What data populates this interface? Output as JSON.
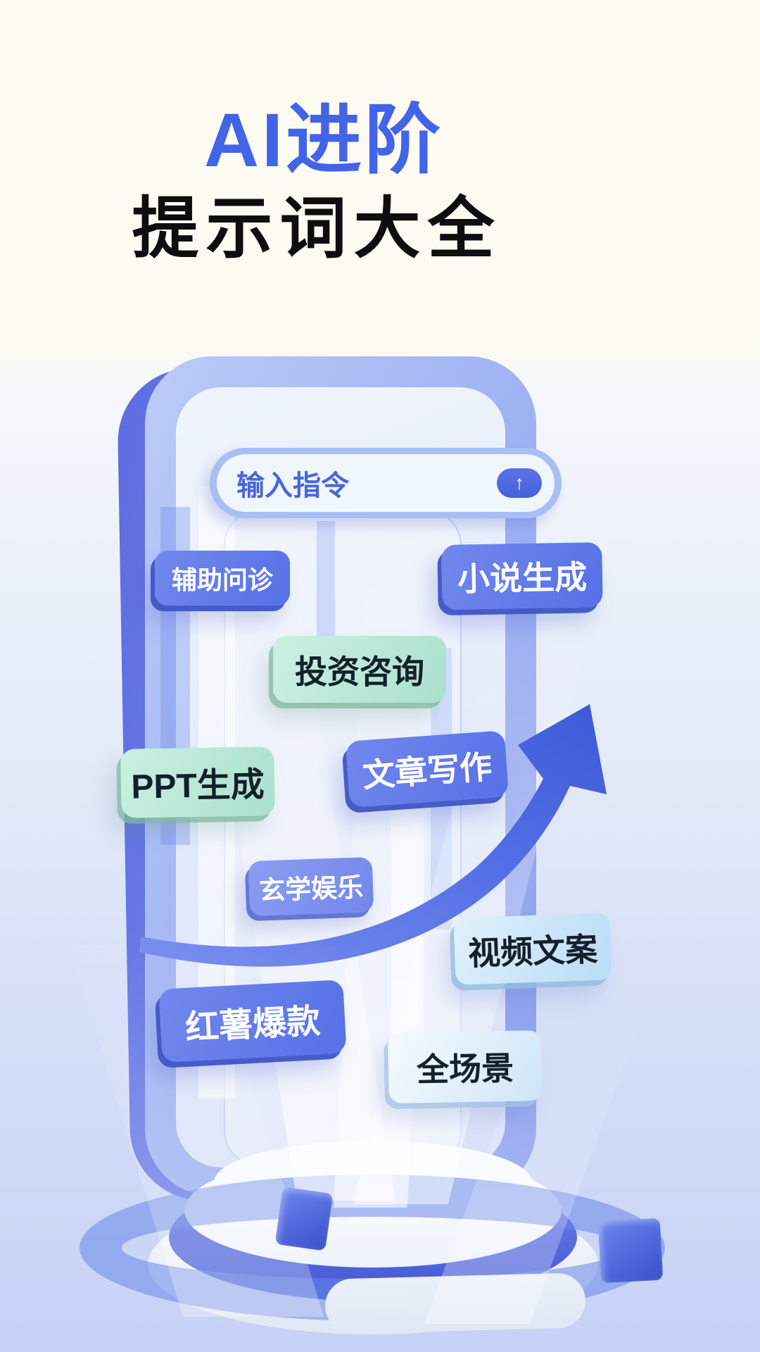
{
  "poster": {
    "title": "AI进阶",
    "subtitle": "提示词大全"
  },
  "phone_ui": {
    "search_bar": {
      "placeholder": "输入指令",
      "submit_glyph": "↑"
    },
    "chips": [
      {
        "label": "辅助问诊",
        "style": "blue"
      },
      {
        "label": "小说生成",
        "style": "blue"
      },
      {
        "label": "投资咨询",
        "style": "mint"
      },
      {
        "label": "PPT生成",
        "style": "mint"
      },
      {
        "label": "文章写作",
        "style": "blue"
      },
      {
        "label": "玄学娱乐",
        "style": "periwinkle"
      },
      {
        "label": "视频文案",
        "style": "light-blue"
      },
      {
        "label": "红薯爆款",
        "style": "blue"
      },
      {
        "label": "全场景",
        "style": "white-blue"
      }
    ]
  },
  "colors": {
    "title_blue": "#4363E8",
    "subtitle_black": "#0E0E10",
    "chip_blue": "#5C77E9",
    "chip_mint": "#B7E7D4",
    "chip_periwinkle": "#8096EE",
    "chip_light_blue": "#C3E1F7",
    "search_text_blue": "#4A66D9",
    "arrow_blue": "#4E6BE4",
    "background_top": "#FBFBF2",
    "background_bottom": "#C6D2F6"
  }
}
